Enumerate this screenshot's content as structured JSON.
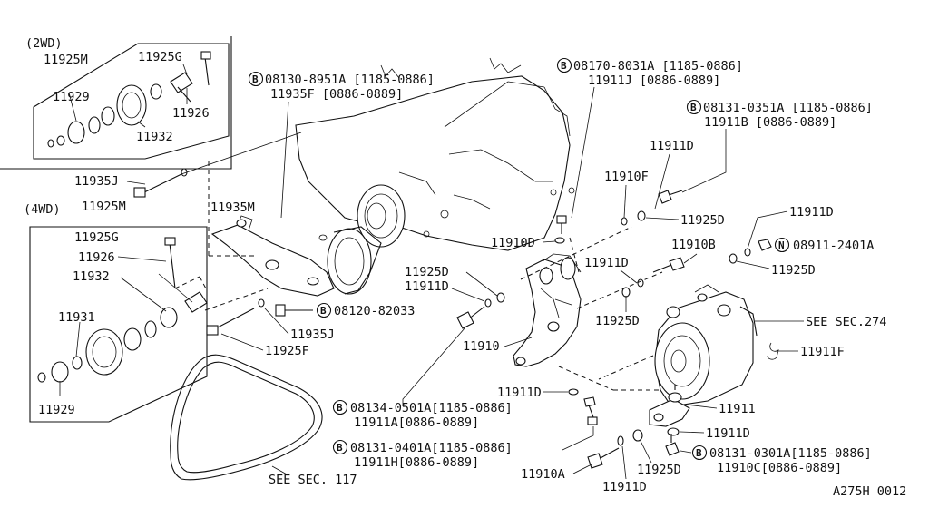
{
  "diagram_code": "A275H 0012",
  "sections": {
    "two_wd": "(2WD)",
    "four_wd": "(4WD)"
  },
  "badges": {
    "bolt": "B",
    "nut": "N"
  },
  "labels": {
    "l_11925M_2wd": "11925M",
    "l_11925G_2wd": "11925G",
    "l_11929_2wd": "11929",
    "l_11926_2wd": "11926",
    "l_11932_2wd": "11932",
    "l_11935J_a": "11935J",
    "l_11925M_4wd": "11925M",
    "l_11935M": "11935M",
    "l_11925G_4wd": "11925G",
    "l_11926_4wd": "11926",
    "l_11932_4wd": "11932",
    "l_11931": "11931",
    "l_11929_4wd": "11929",
    "l_11935J_b": "11935J",
    "l_11925F": "11925F",
    "l_see117": "SEE SEC. 117",
    "l_08130": "08130-8951A [1185-0886]",
    "l_11935F": "11935F  [0886-0889]",
    "l_08170": "08170-8031A [1185-0886]",
    "l_11911J": "11911J     [0886-0889]",
    "l_08131_0351": "08131-0351A  [1185-0886]",
    "l_11911B": "11911B [0886-0889]",
    "l_11911D_a": "11911D",
    "l_11910F": "11910F",
    "l_11925D_a": "11925D",
    "l_11911D_b": "11911D",
    "l_08911": "08911-2401A",
    "l_11910D": "11910D",
    "l_11910B": "11910B",
    "l_11911D_c": "11911D",
    "l_11925D_b": "11925D",
    "l_11925D_c": "11925D",
    "l_11911D_d": "11911D",
    "l_08120": "08120-82033",
    "l_see274": "SEE SEC.274",
    "l_11925D_d": "11925D",
    "l_11910": "11910",
    "l_11911F": "11911F",
    "l_11911D_e": "11911D",
    "l_11911": "11911",
    "l_08134": "08134-0501A[1185-0886]",
    "l_11911A": "11911A[0886-0889]",
    "l_11911D_f": "11911D",
    "l_08131_0401": "08131-0401A[1185-0886]",
    "l_11911H": "11911H[0886-0889]",
    "l_08131_0301": "08131-0301A[1185-0886]",
    "l_11910C": "11910C[0886-0889]",
    "l_11910A": "11910A",
    "l_11911D_g": "11911D",
    "l_11925D_e": "11925D"
  }
}
